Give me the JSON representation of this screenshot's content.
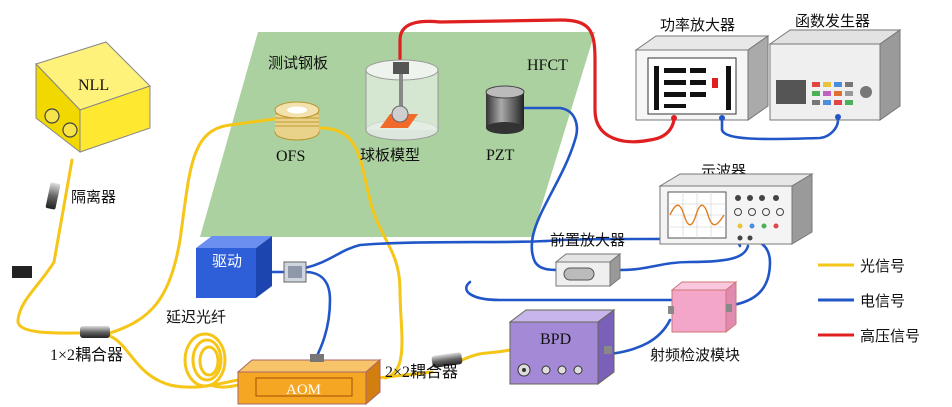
{
  "labels": {
    "nll": "NLL",
    "isolator": "隔离器",
    "coupler_1x2": "1×2耦合器",
    "drive": "驱动",
    "delay_fiber": "延迟光纤",
    "aom": "AOM",
    "coupler_2x2": "2×2耦合器",
    "test_plate": "测试钢板",
    "ofs": "OFS",
    "ball_plate_model": "球板模型",
    "pzt": "PZT",
    "hfct": "HFCT",
    "power_amplifier": "功率放大器",
    "function_generator": "函数发生器",
    "oscilloscope": "示波器",
    "preamplifier": "前置放大器",
    "bpd": "BPD",
    "rf_detector_module": "射频检波模块"
  },
  "legend": {
    "optical": {
      "label": "光信号",
      "color": "#f5c518"
    },
    "electrical": {
      "label": "电信号",
      "color": "#2156c8"
    },
    "high_voltage": {
      "label": "高压信号",
      "color": "#e02020"
    }
  },
  "colors": {
    "plate": "#9cc98f",
    "nll_box": "#ffe930",
    "drive_box": "#2e5fd8",
    "aom_box": "#f5a623",
    "bpd_box": "#a48ad6",
    "rf_box": "#f4a6c8"
  }
}
